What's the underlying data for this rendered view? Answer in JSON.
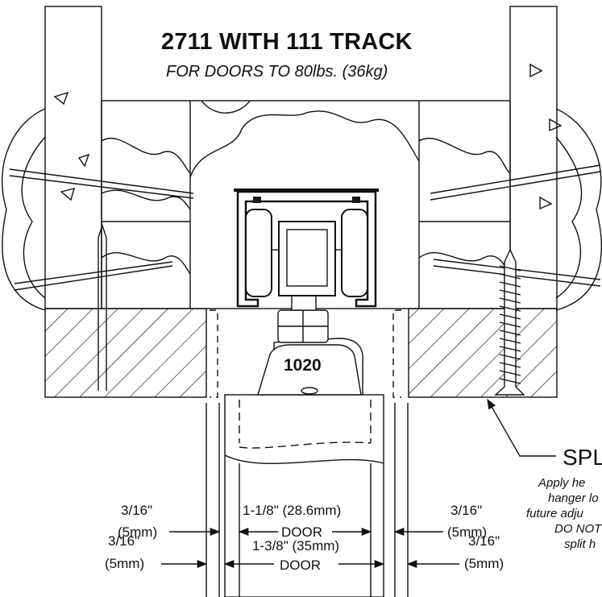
{
  "title": "2711 WITH 111 TRACK",
  "subtitle": "FOR DOORS TO 80lbs. (36kg)",
  "hanger_label": "1020",
  "split_label": "SPL",
  "split_note": [
    "Apply he",
    "hanger lo",
    "future adju",
    "DO NOT",
    "split h"
  ],
  "dimensions": {
    "upper_left": {
      "fraction": "3/16\"",
      "metric": "(5mm)"
    },
    "upper_center": {
      "size": "1-1/8\" (28.6mm)",
      "label": "DOOR"
    },
    "upper_right": {
      "fraction": "3/16\"",
      "metric": "(5mm)"
    },
    "lower_left": {
      "fraction": "3/16\"",
      "metric": "(5mm)"
    },
    "lower_center": {
      "size": "1-3/8\" (35mm)",
      "label": "DOOR"
    },
    "lower_right": {
      "fraction": "3/16\"",
      "metric": "(5mm)"
    }
  },
  "colors": {
    "line": "#111111",
    "track": "#1a1a1a"
  }
}
